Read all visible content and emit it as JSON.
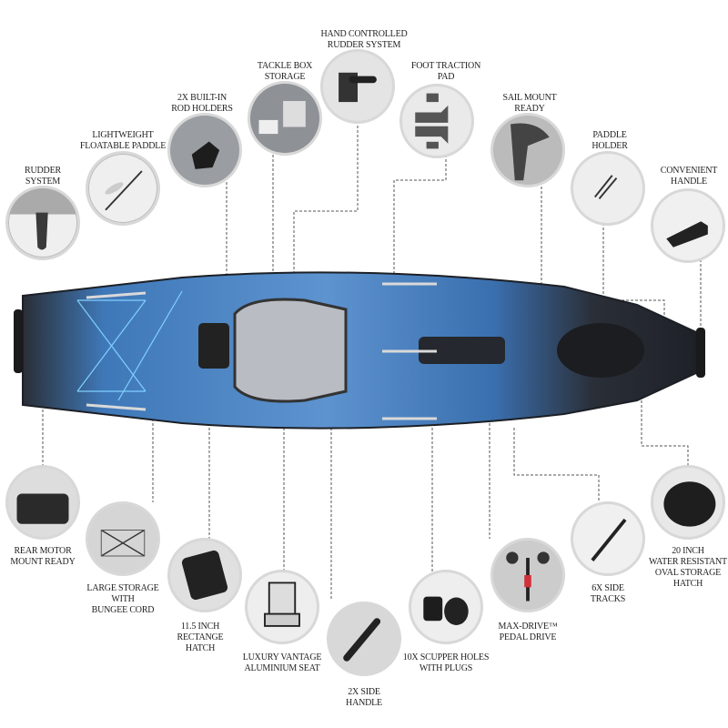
{
  "features": {
    "top": [
      {
        "label": "RUDDER\nSYSTEM"
      },
      {
        "label": "LIGHTWEIGHT\nFLOATABLE PADDLE"
      },
      {
        "label": "2X BUILT-IN\nROD HOLDERS"
      },
      {
        "label": "TACKLE BOX\nSTORAGE"
      },
      {
        "label": "HAND CONTROLLED\nRUDDER SYSTEM"
      },
      {
        "label": "FOOT TRACTION\nPAD"
      },
      {
        "label": "SAIL MOUNT\nREADY"
      },
      {
        "label": "PADDLE\nHOLDER"
      },
      {
        "label": "CONVENIENT\nHANDLE"
      }
    ],
    "bottom": [
      {
        "label": "REAR MOTOR\nMOUNT READY"
      },
      {
        "label": "LARGE STORAGE\nWITH\nBUNGEE CORD"
      },
      {
        "label": "11.5 INCH\nRECTANGE\nHATCH"
      },
      {
        "label": "LUXURY VANTAGE\nALUMINIUM SEAT"
      },
      {
        "label": "2X SIDE\nHANDLE"
      },
      {
        "label": "10X SCUPPER HOLES\nWITH PLUGS"
      },
      {
        "label": "MAX-DRIVE™\nPEDAL DRIVE"
      },
      {
        "label": "6X SIDE\nTRACKS"
      },
      {
        "label": "20 INCH\nWATER RESISTANT\nOVAL STORAGE\nHATCH"
      }
    ]
  },
  "colors": {
    "hull_blue": "#3f78b8",
    "hull_dark": "#2a2e36",
    "accent_red": "#d0313a"
  }
}
